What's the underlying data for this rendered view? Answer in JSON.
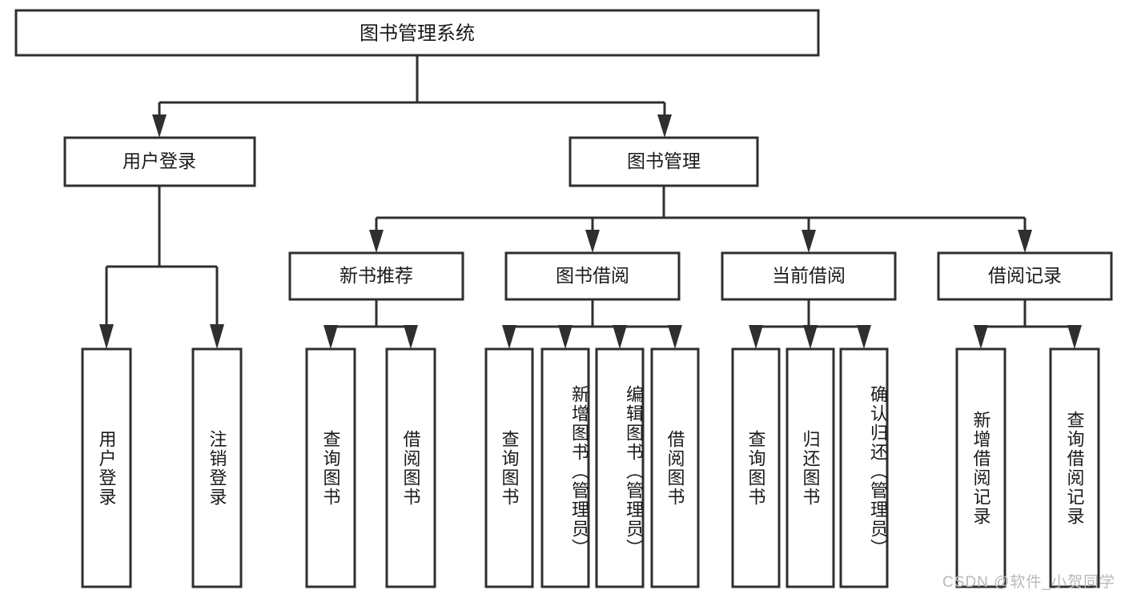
{
  "diagram": {
    "type": "tree",
    "title": "图书管理系统",
    "root": {
      "label": "图书管理系统"
    },
    "level2": [
      {
        "label": "用户登录"
      },
      {
        "label": "图书管理"
      }
    ],
    "level3": [
      {
        "label": "新书推荐"
      },
      {
        "label": "图书借阅"
      },
      {
        "label": "当前借阅"
      },
      {
        "label": "借阅记录"
      }
    ],
    "leaves": {
      "user_login": [
        {
          "label": "用户登录"
        },
        {
          "label": "注销登录"
        }
      ],
      "new_book_recommend": [
        {
          "label": "查询图书"
        },
        {
          "label": "借阅图书"
        }
      ],
      "book_borrow": [
        {
          "label": "查询图书"
        },
        {
          "label": "新增图书（管理员）"
        },
        {
          "label": "编辑图书（管理员）"
        },
        {
          "label": "借阅图书"
        }
      ],
      "current_borrow": [
        {
          "label": "查询图书"
        },
        {
          "label": "归还图书"
        },
        {
          "label": "确认归还（管理员）"
        }
      ],
      "borrow_record": [
        {
          "label": "新增借阅记录"
        },
        {
          "label": "查询借阅记录"
        }
      ]
    }
  },
  "watermark": {
    "text": "CSDN @软件_小贺同学"
  },
  "colors": {
    "stroke": "#2f2f2f",
    "box_fill": "#ffffff",
    "text": "#1a1a1a",
    "watermark": "#b9b9b9",
    "background": "#ffffff"
  }
}
